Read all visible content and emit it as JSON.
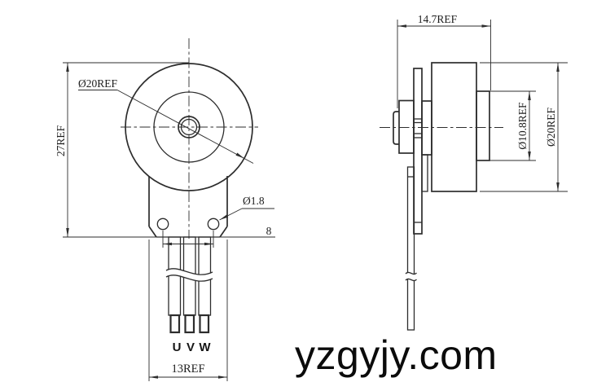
{
  "watermark": "yzgyjy.com",
  "front_view": {
    "height_label": "27REF",
    "outer_dia_label": "Ø20REF",
    "hole_dia_label": "Ø1.8",
    "hole_spacing_label": "8",
    "width_label": "13REF",
    "terminals": [
      "U",
      "V",
      "W"
    ]
  },
  "side_view": {
    "length_label": "14.7REF",
    "hub_dia_label": "Ø10.8REF",
    "body_dia_label": "Ø20REF"
  },
  "colors": {
    "line": "#2d2d2d",
    "background": "#ffffff",
    "watermark": "#0b0b0b"
  }
}
